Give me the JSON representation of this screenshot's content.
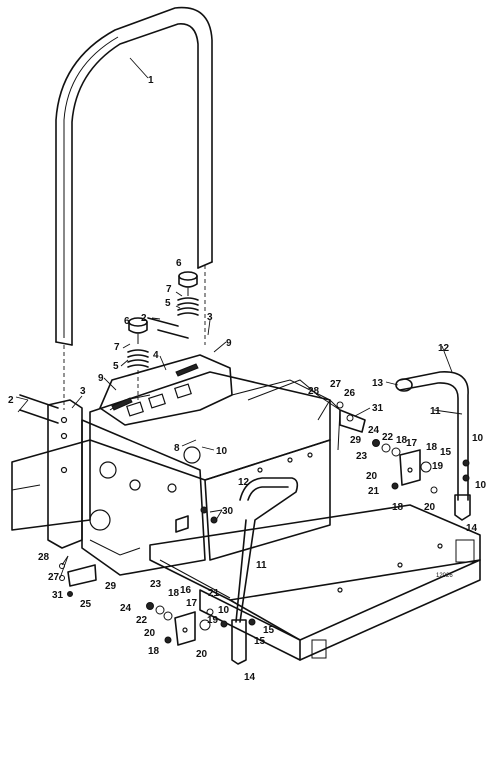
{
  "figure_id": "12026",
  "callouts": [
    "1",
    "2",
    "3",
    "4",
    "5",
    "6",
    "7",
    "8",
    "9",
    "10",
    "11",
    "12",
    "13",
    "14",
    "15",
    "16",
    "17",
    "18",
    "19",
    "20",
    "21",
    "22",
    "23",
    "24",
    "25",
    "26",
    "27",
    "28",
    "29",
    "30",
    "31"
  ]
}
